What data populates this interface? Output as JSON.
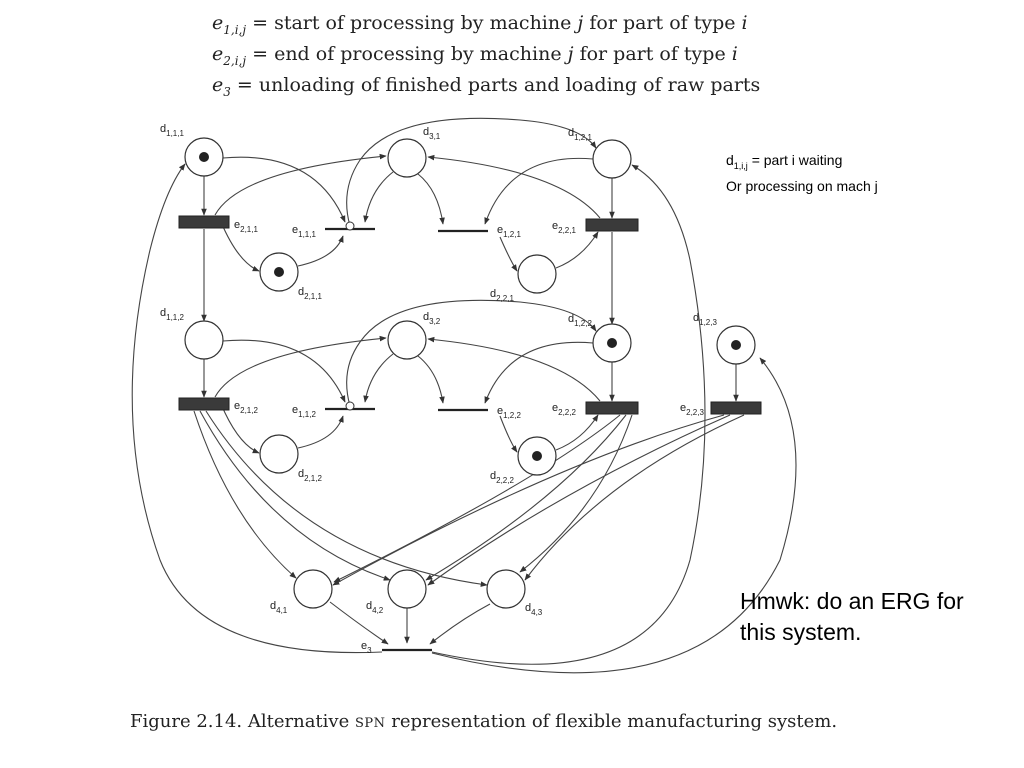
{
  "definitions": [
    {
      "symbol": "e",
      "sub": "1,i,j",
      "text_a": " = start of processing by machine ",
      "var_a": "j",
      "text_b": " for part of type ",
      "var_b": "i"
    },
    {
      "symbol": "e",
      "sub": "2,i,j",
      "text_a": " = end of processing by machine ",
      "var_a": "j",
      "text_b": " for part of type ",
      "var_b": "i"
    },
    {
      "symbol": "e",
      "sub": "3",
      "text_a": " = unloading of finished parts and loading of raw parts",
      "var_a": "",
      "text_b": "",
      "var_b": ""
    }
  ],
  "places": [
    {
      "id": "d111",
      "base": "d",
      "sub": "1,1,1",
      "token": true
    },
    {
      "id": "d31",
      "base": "d",
      "sub": "3,1",
      "token": false
    },
    {
      "id": "d121",
      "base": "d",
      "sub": "1,2,1",
      "token": false
    },
    {
      "id": "d211",
      "base": "d",
      "sub": "2,1,1",
      "token": true
    },
    {
      "id": "d221",
      "base": "d",
      "sub": "2,2,1",
      "token": false
    },
    {
      "id": "d112",
      "base": "d",
      "sub": "1,1,2",
      "token": false
    },
    {
      "id": "d32",
      "base": "d",
      "sub": "3,2",
      "token": false
    },
    {
      "id": "d122",
      "base": "d",
      "sub": "1,2,2",
      "token": true
    },
    {
      "id": "d123",
      "base": "d",
      "sub": "1,2,3",
      "token": true
    },
    {
      "id": "d212",
      "base": "d",
      "sub": "2,1,2",
      "token": false
    },
    {
      "id": "d222",
      "base": "d",
      "sub": "2,2,2",
      "token": true
    },
    {
      "id": "d41",
      "base": "d",
      "sub": "4,1",
      "token": false
    },
    {
      "id": "d42",
      "base": "d",
      "sub": "4,2",
      "token": false
    },
    {
      "id": "d43",
      "base": "d",
      "sub": "4,3",
      "token": false
    }
  ],
  "transitions": [
    {
      "id": "e211",
      "base": "e",
      "sub": "2,1,1",
      "timed": true
    },
    {
      "id": "e111",
      "base": "e",
      "sub": "1,1,1",
      "timed": false
    },
    {
      "id": "e121",
      "base": "e",
      "sub": "1,2,1",
      "timed": false
    },
    {
      "id": "e221",
      "base": "e",
      "sub": "2,2,1",
      "timed": true
    },
    {
      "id": "e212",
      "base": "e",
      "sub": "2,1,2",
      "timed": true
    },
    {
      "id": "e112",
      "base": "e",
      "sub": "1,1,2",
      "timed": false
    },
    {
      "id": "e122",
      "base": "e",
      "sub": "1,2,2",
      "timed": false
    },
    {
      "id": "e222",
      "base": "e",
      "sub": "2,2,2",
      "timed": true
    },
    {
      "id": "e223",
      "base": "e",
      "sub": "2,2,3",
      "timed": true
    },
    {
      "id": "e3",
      "base": "e",
      "sub": "3",
      "timed": false
    }
  ],
  "note": {
    "line1_base": "d",
    "line1_sub": "1,i,j",
    "line1_rest": " = part i waiting",
    "line2": "Or processing on mach j"
  },
  "homework": "Hmwk: do an ERG for this system.",
  "caption": {
    "prefix": "Figure 2.14. Alternative ",
    "abbrev": "spn",
    "suffix": " representation of flexible manufacturing system."
  }
}
